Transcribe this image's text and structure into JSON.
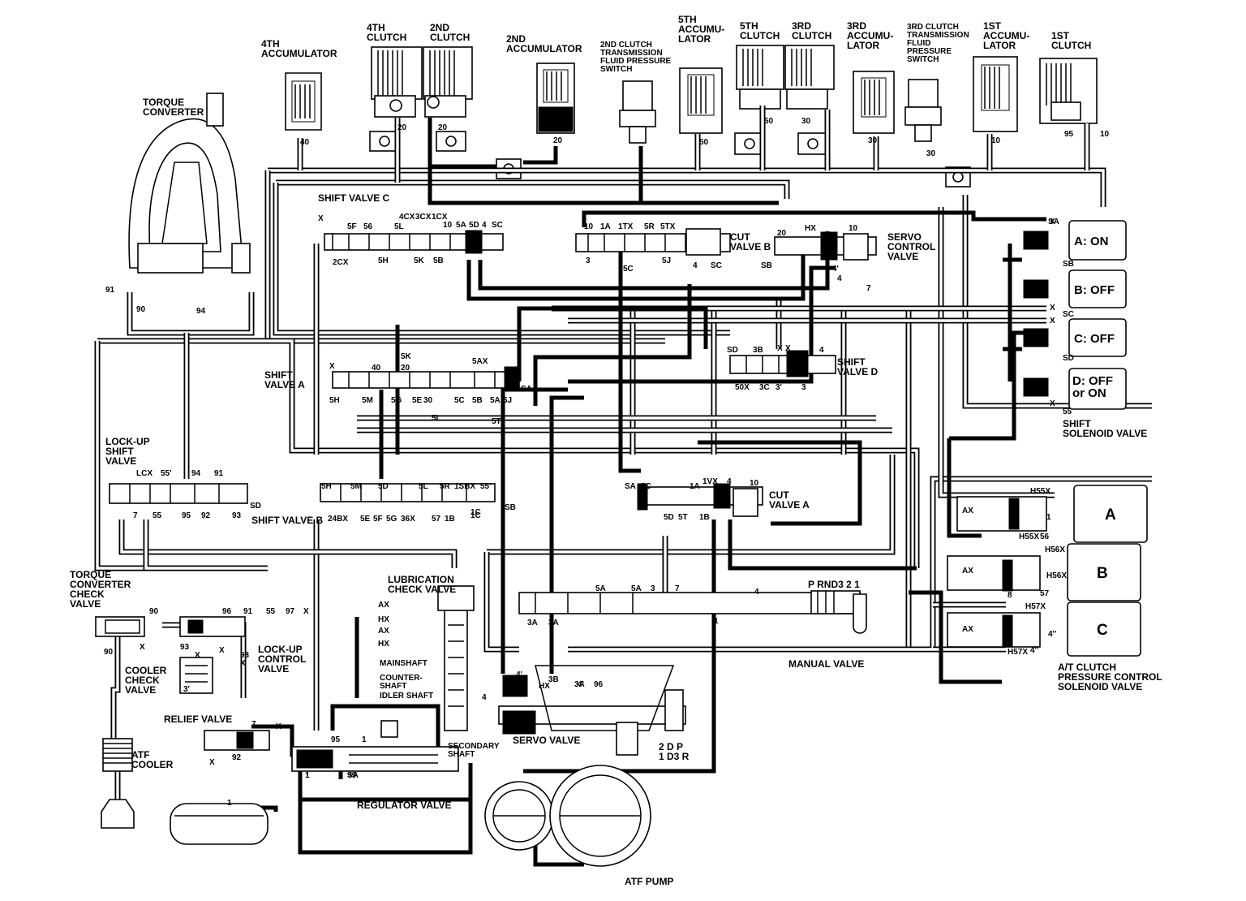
{
  "components": {
    "accumulator_4th": "4TH\nACCUMULATOR",
    "clutch_4th": "4TH\nCLUTCH",
    "clutch_2nd": "2ND\nCLUTCH",
    "accumulator_2nd": "2ND\nACCUMULATOR",
    "pressure_switch_2nd": "2ND CLUTCH\nTRANSMISSION\nFLUID PRESSURE\nSWITCH",
    "accumulator_5th": "5TH\nACCUMU-\nLATOR",
    "clutch_5th": "5TH\nCLUTCH",
    "clutch_3rd": "3RD\nCLUTCH",
    "accumulator_3rd": "3RD\nACCUMU-\nLATOR",
    "pressure_switch_3rd": "3RD CLUTCH\nTRANSMISSION\nFLUID\nPRESSURE\nSWITCH",
    "accumulator_1st": "1ST\nACCUMU-\nLATOR",
    "clutch_1st": "1ST\nCLUTCH",
    "torque_converter": "TORQUE\nCONVERTER",
    "shift_valve_c": "SHIFT VALVE C",
    "cut_valve_b": "CUT\nVALVE B",
    "servo_control_valve": "SERVO\nCONTROL\nVALVE",
    "shift_valve_a": "SHIFT\nVALVE A",
    "shift_valve_d": "SHIFT\nVALVE D",
    "lockup_shift_valve": "LOCK-UP\nSHIFT\nVALVE",
    "shift_valve_b": "SHIFT VALVE B",
    "cut_valve_a": "CUT\nVALVE A",
    "shift_solenoid_valve": "SHIFT\nSOLENOID VALVE",
    "torque_converter_check_valve": "TORQUE\nCONVERTER\nCHECK\nVALVE",
    "lubrication_check_valve": "LUBRICATION\nCHECK VALVE",
    "lockup_control_valve": "LOCK-UP\nCONTROL\nVALVE",
    "cooler_check_valve": "COOLER\nCHECK\nVALVE",
    "manual_valve": "MANUAL VALVE",
    "relief_valve": "RELIEF VALVE",
    "atf_cooler": "ATF\nCOOLER",
    "servo_valve": "SERVO VALVE",
    "secondary_shaft": "SECONDARY\nSHAFT",
    "regulator_valve": "REGULATOR VALVE",
    "atf_pump": "ATF PUMP",
    "clutch_pressure_solenoid": "A/T CLUTCH\nPRESSURE CONTROL\nSOLENOID VALVE"
  },
  "solenoid_states": {
    "a": "A: ON",
    "b": "B: OFF",
    "c": "C: OFF",
    "d": "D: OFF\nor ON"
  },
  "pressure_solenoids": [
    "A",
    "B",
    "C"
  ],
  "lube_outputs": {
    "idler": "IDLER SHAFT",
    "main": "MAINSHAFT",
    "counter": "COUNTER-\nSHAFT"
  },
  "manual_positions": "P RND3 2 1",
  "shift_positions": "2 D P\n1 D3 R",
  "port_labels": [
    "40",
    "20",
    "20",
    "20",
    "50",
    "50",
    "30",
    "30",
    "30",
    "10",
    "95",
    "10",
    "X",
    "5F",
    "56",
    "4CX",
    "3CX",
    "1CX",
    "10",
    "5A",
    "5D",
    "4",
    "SC",
    "2CX",
    "5H",
    "5L",
    "5K",
    "5B",
    "10",
    "1A",
    "1TX",
    "5R",
    "5TX",
    "20",
    "HX",
    "10",
    "SA",
    "3",
    "5C",
    "5J",
    "4",
    "SC",
    "SB",
    "4'",
    "4",
    "7",
    "91",
    "90",
    "94",
    "X",
    "40",
    "5K",
    "20",
    "5AX",
    "SA",
    "5H",
    "5M",
    "5G",
    "5E",
    "30",
    "5C",
    "5B",
    "5A",
    "5J",
    "5L",
    "5T",
    "SD",
    "3B",
    "X",
    "X",
    "4",
    "50X",
    "3C",
    "3'",
    "3",
    "LCX",
    "55'",
    "94",
    "91",
    "5H",
    "5M",
    "5D",
    "5L",
    "5R",
    "1SBX",
    "55'",
    "SA",
    "5C",
    "1A",
    "1VX",
    "4",
    "10",
    "7",
    "55",
    "95",
    "92",
    "93",
    "SD",
    "24BX",
    "5E",
    "5F",
    "5G",
    "36X",
    "57",
    "1B",
    "1C",
    "SB",
    "5D",
    "5T",
    "1B",
    "1C",
    "5A",
    "5A",
    "3",
    "7",
    "4",
    "3A",
    "3A",
    "1",
    "AX",
    "HX",
    "AX",
    "HX",
    "90",
    "96",
    "91",
    "55",
    "97",
    "X",
    "90",
    "X",
    "93",
    "X",
    "X",
    "93",
    "X",
    "3'",
    "4",
    "4'",
    "HX",
    "3B",
    "3A",
    "96",
    "7",
    "X",
    "X",
    "92",
    "95",
    "1",
    "1",
    "99",
    "1",
    "1",
    "SA",
    "X",
    "SB",
    "X",
    "SC",
    "X",
    "SD",
    "X",
    "55",
    "H55X",
    "AX",
    "1",
    "H55X",
    "56",
    "H56X",
    "AX",
    "H56X",
    "57",
    "H57X",
    "AX",
    "4''",
    "H57X",
    "4''",
    "8",
    "4'"
  ]
}
